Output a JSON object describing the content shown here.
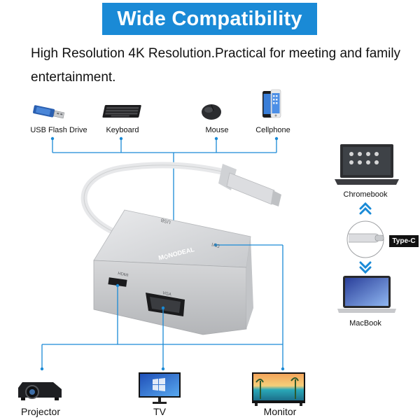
{
  "banner": {
    "title": "Wide Compatibility",
    "color": "#1a8ad6"
  },
  "description": "High Resolution 4K Resolution.Practical for meeting and family entertainment.",
  "top_devices": [
    {
      "label": "USB Flash Drive",
      "icon": "usb-flash-drive-icon"
    },
    {
      "label": "Keyboard",
      "icon": "keyboard-icon"
    },
    {
      "label": "Mouse",
      "icon": "mouse-icon"
    },
    {
      "label": "Cellphone",
      "icon": "cellphone-icon"
    }
  ],
  "right_devices": [
    {
      "label": "Chromebook",
      "icon": "chromebook-icon"
    },
    {
      "label": "MacBook",
      "icon": "macbook-icon"
    }
  ],
  "connector_tag": "Type-C",
  "hub": {
    "brand": "M◇NODEAL",
    "ports": {
      "usb": "USB",
      "dvi": "DVI",
      "hdmi": "HDMI",
      "vga": "VGA"
    }
  },
  "bottom_devices": [
    {
      "label": "Projector",
      "icon": "projector-icon"
    },
    {
      "label": "TV",
      "icon": "tv-icon"
    },
    {
      "label": "Monitor",
      "icon": "monitor-icon"
    }
  ],
  "line_color": "#1a8ad6",
  "arrow_color": "#1a8ad6"
}
